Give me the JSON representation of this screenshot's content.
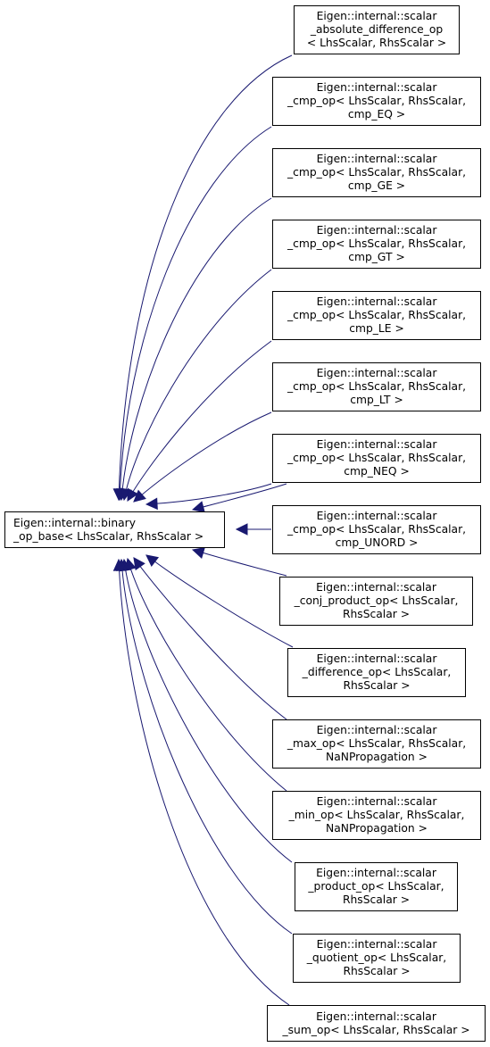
{
  "edge_color": "#191970",
  "base": {
    "lines": [
      "Eigen::internal::binary",
      "_op_base< LhsScalar, RhsScalar >"
    ]
  },
  "nodes": [
    {
      "lines": [
        "Eigen::internal::scalar",
        "_absolute_difference_op",
        "< LhsScalar, RhsScalar >"
      ]
    },
    {
      "lines": [
        "Eigen::internal::scalar",
        "_cmp_op< LhsScalar, RhsScalar,",
        "cmp_EQ >"
      ]
    },
    {
      "lines": [
        "Eigen::internal::scalar",
        "_cmp_op< LhsScalar, RhsScalar,",
        "cmp_GE >"
      ]
    },
    {
      "lines": [
        "Eigen::internal::scalar",
        "_cmp_op< LhsScalar, RhsScalar,",
        "cmp_GT >"
      ]
    },
    {
      "lines": [
        "Eigen::internal::scalar",
        "_cmp_op< LhsScalar, RhsScalar,",
        "cmp_LE >"
      ]
    },
    {
      "lines": [
        "Eigen::internal::scalar",
        "_cmp_op< LhsScalar, RhsScalar,",
        "cmp_LT >"
      ]
    },
    {
      "lines": [
        "Eigen::internal::scalar",
        "_cmp_op< LhsScalar, RhsScalar,",
        "cmp_NEQ >"
      ]
    },
    {
      "lines": [
        "Eigen::internal::scalar",
        "_cmp_op< LhsScalar, RhsScalar,",
        "cmp_UNORD >"
      ]
    },
    {
      "lines": [
        "Eigen::internal::scalar",
        "_conj_product_op< LhsScalar,",
        "RhsScalar >"
      ]
    },
    {
      "lines": [
        "Eigen::internal::scalar",
        "_difference_op< LhsScalar,",
        "RhsScalar >"
      ]
    },
    {
      "lines": [
        "Eigen::internal::scalar",
        "_max_op< LhsScalar, RhsScalar,",
        "NaNPropagation >"
      ]
    },
    {
      "lines": [
        "Eigen::internal::scalar",
        "_min_op< LhsScalar, RhsScalar,",
        "NaNPropagation >"
      ]
    },
    {
      "lines": [
        "Eigen::internal::scalar",
        "_product_op< LhsScalar,",
        "RhsScalar >"
      ]
    },
    {
      "lines": [
        "Eigen::internal::scalar",
        "_quotient_op< LhsScalar,",
        "RhsScalar >"
      ]
    },
    {
      "lines": [
        "Eigen::internal::scalar",
        "_sum_op< LhsScalar, RhsScalar >"
      ]
    }
  ]
}
